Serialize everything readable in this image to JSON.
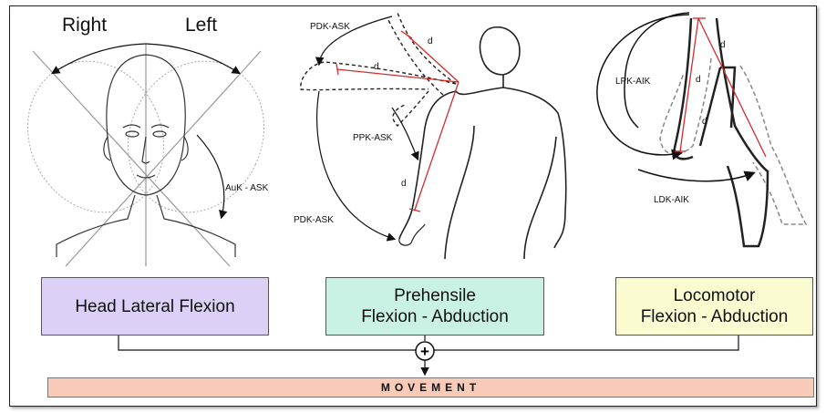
{
  "panels": {
    "head": {
      "right_label": "Right",
      "left_label": "Left",
      "angle_label": "AuK - ASK",
      "box_label": "Head Lateral Flexion",
      "box_color": "#dcd0f7"
    },
    "prehensile": {
      "labels": [
        "PDK-ASK",
        "PPK-ASK",
        "PDK-ASK"
      ],
      "distance_labels": [
        "d",
        "d",
        "d"
      ],
      "box_line1": "Prehensile",
      "box_line2": "Flexion - Abduction",
      "box_color": "#c9f2e5"
    },
    "locomotor": {
      "labels": [
        "LPK-AIK",
        "LDK-AIK"
      ],
      "distance_labels": [
        "d",
        "d",
        "d"
      ],
      "box_line1": "Locomotor",
      "box_line2": "Flexion - Abduction",
      "box_color": "#fbfbd2"
    }
  },
  "combine_symbol": "+",
  "result_label": "MOVEMENT",
  "colors": {
    "measure_line": "#d62b2b",
    "arc": "#111111",
    "guide": "#999999"
  }
}
